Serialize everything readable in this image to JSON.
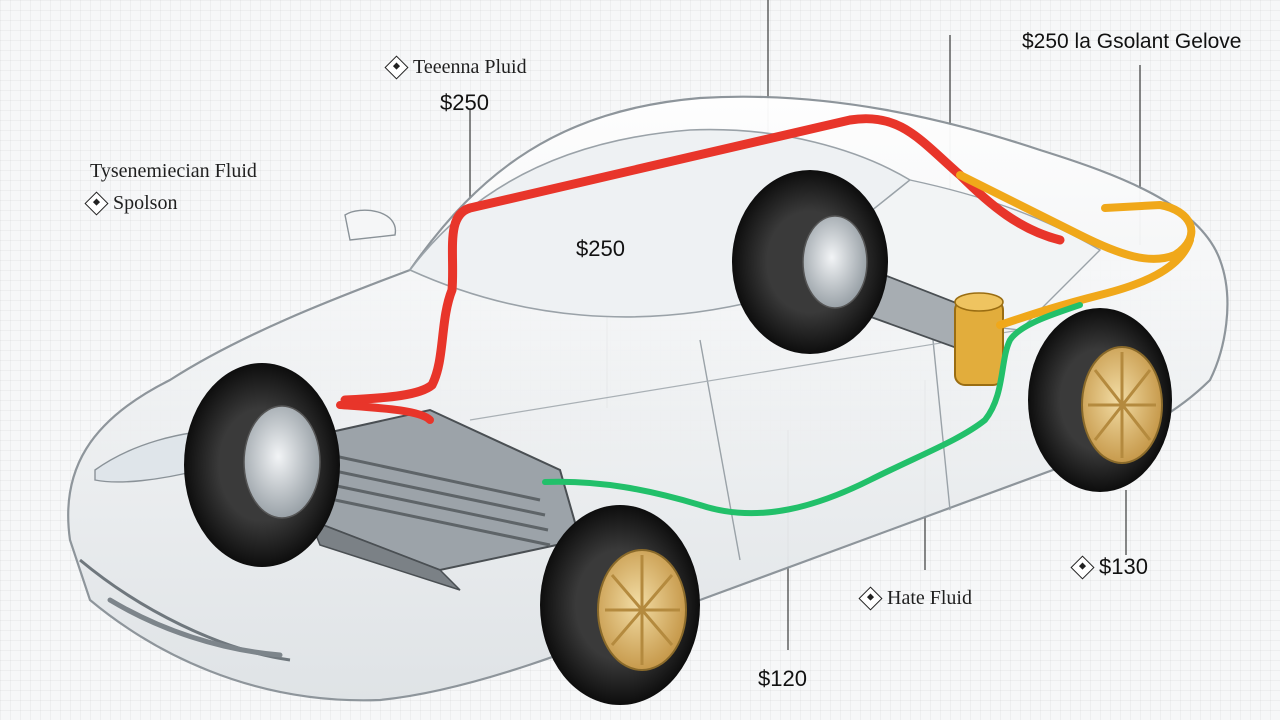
{
  "labels": {
    "top_left_title": "Teeenna Pluid",
    "top_left_price": "$250",
    "left_title": "Tysenemiecian Fluid",
    "left_sub": "Spolson",
    "center_price": "$250",
    "top_right": "$250 la Gsolant Gelove",
    "right_price": "$130",
    "bottom_fluid": "Hate Fluid",
    "bottom_price": "$120"
  },
  "colors": {
    "red_line": "#e8352a",
    "orange_line": "#f0a81a",
    "green_line": "#22c06a",
    "tire": "#161616",
    "rim_gold": "#d9b66e"
  }
}
